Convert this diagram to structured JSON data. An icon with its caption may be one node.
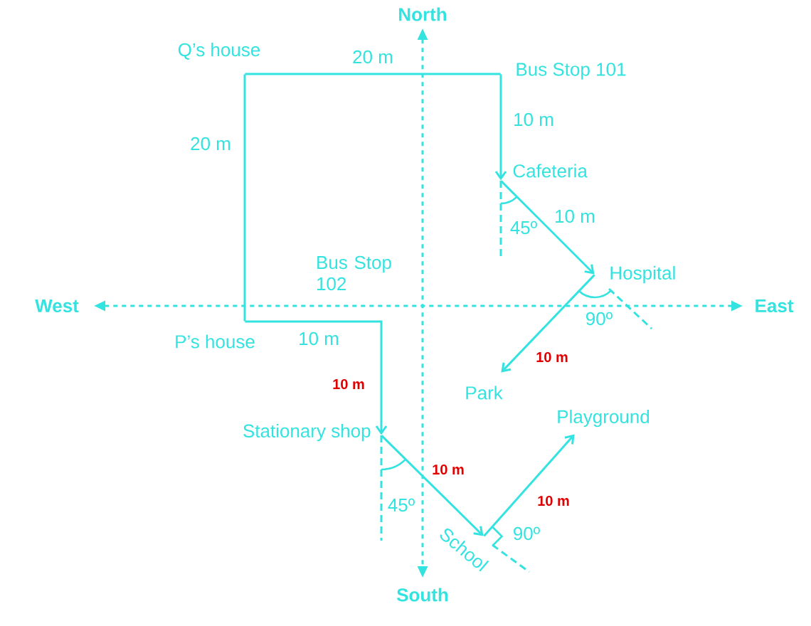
{
  "diagram": {
    "nodes": [
      {
        "text": [
          "Q’s house"
        ]
      },
      {
        "text": [
          "Bus Stop 101"
        ]
      },
      {
        "text": [
          "Cafeteria"
        ]
      },
      {
        "text": [
          "Hospital"
        ]
      },
      {
        "text": [
          "P’s house"
        ]
      },
      {
        "text": [
          "Park"
        ]
      },
      {
        "text": [
          "Stationary shop"
        ]
      },
      {
        "text": [
          "Playground"
        ]
      },
      {
        "text": [
          "School"
        ]
      }
    ],
    "edges": [
      {
        "from": 4,
        "to": 0,
        "arrow": "none",
        "label": "20 m"
      },
      {
        "from": 0,
        "to": 1,
        "arrow": "none",
        "label": "20 m"
      },
      {
        "from": 1,
        "to": 2,
        "arrow": "to",
        "label": "10 m"
      },
      {
        "from": 2,
        "to": 3,
        "arrow": "to",
        "label": "10 m"
      },
      {
        "from": 3,
        "to": 5,
        "arrow": "to",
        "label": "10 m"
      },
      {
        "from": 4,
        "to": 6,
        "arrow": "to",
        "label": "10 m"
      },
      {
        "from": 6,
        "to": 8,
        "arrow": "to",
        "label": "10 m"
      },
      {
        "from": 8,
        "to": 7,
        "arrow": "to",
        "label": "10 m"
      }
    ],
    "labels": [
      "North",
      "West",
      "East",
      "Bus Stop 102",
      "45º",
      "90º",
      "10 m",
      "45º",
      "90º",
      "South"
    ]
  }
}
